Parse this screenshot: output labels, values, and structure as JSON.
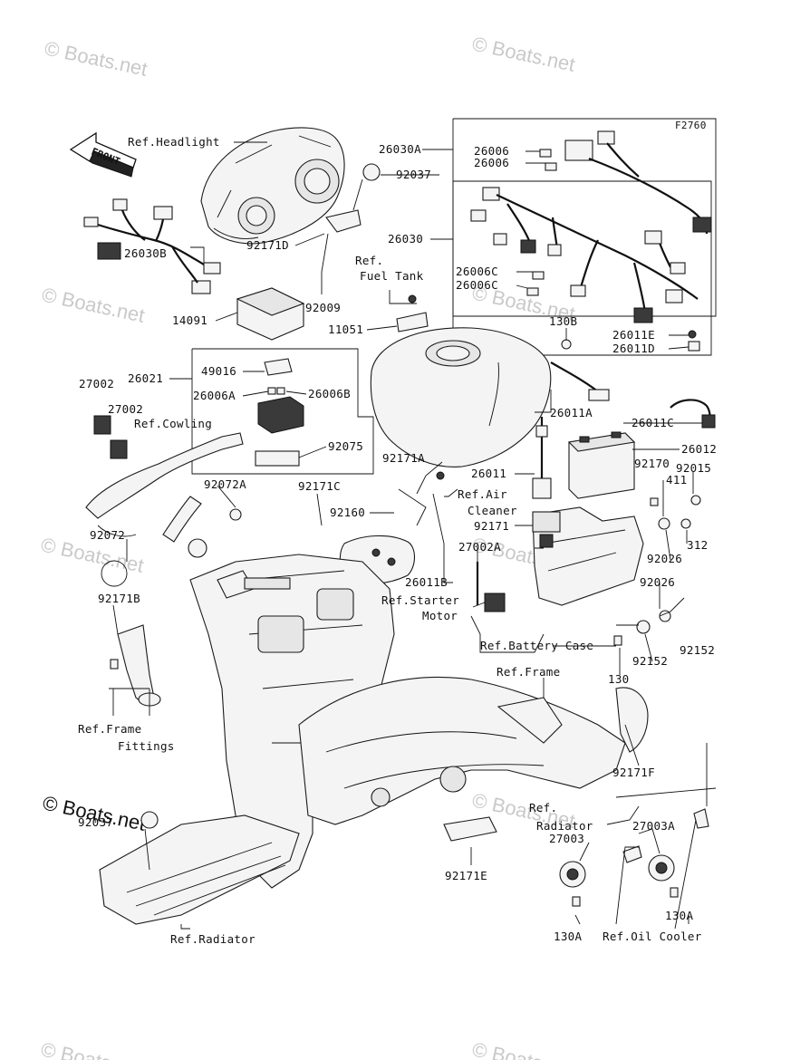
{
  "figure_code": "F2760",
  "watermark": "© Boats.net",
  "front_arrow": "FRONT",
  "labels": {
    "ref_headlight": "Ref.Headlight",
    "p26030A": "26030A",
    "p26006_a": "26006",
    "p26006_b": "26006",
    "p92037": "92037",
    "p26030B": "26030B",
    "p92171D": "92171D",
    "p26030": "26030",
    "ref_fuel_tank_1": "Ref.",
    "ref_fuel_tank_2": "Fuel Tank",
    "p26006C_a": "26006C",
    "p26006C_b": "26006C",
    "p92009": "92009",
    "p14091": "14091",
    "p11051": "11051",
    "p130B": "130B",
    "p26011E": "26011E",
    "p26011D": "26011D",
    "p27002_a": "27002",
    "p26021": "26021",
    "p49016": "49016",
    "p27002_b": "27002",
    "p26006A": "26006A",
    "p26006B": "26006B",
    "p26011A": "26011A",
    "p26011C": "26011C",
    "ref_cowling": "Ref.Cowling",
    "p92075": "92075",
    "p26012": "26012",
    "p92171A": "92171A",
    "p92170": "92170",
    "p92015": "92015",
    "p92072A": "92072A",
    "p92171C": "92171C",
    "p26011": "26011",
    "p411": "411",
    "ref_air_cleaner_1": "Ref.Air",
    "ref_air_cleaner_2": "Cleaner",
    "p92160": "92160",
    "p92171": "92171",
    "p92072": "92072",
    "p27002A": "27002A",
    "p312": "312",
    "p92026_a": "92026",
    "p26011B": "26011B",
    "p92026_b": "92026",
    "p92171B": "92171B",
    "ref_starter_1": "Ref.Starter",
    "ref_starter_2": "Motor",
    "ref_battery_case": "Ref.Battery Case",
    "p92152_a": "92152",
    "p92152_b": "92152",
    "ref_frame": "Ref.Frame",
    "p130": "130",
    "ref_frame_fittings_1": "Ref.Frame",
    "ref_frame_fittings_2": "Fittings",
    "p92171F": "92171F",
    "p92037_b": "92037",
    "ref_radiator_r_1": "Ref.",
    "ref_radiator_r_2": "Radiator",
    "p27003A": "27003A",
    "p27003": "27003",
    "p92171E": "92171E",
    "p130A_a": "130A",
    "p130A_b": "130A",
    "ref_oil_cooler": "Ref.Oil Cooler",
    "ref_radiator": "Ref.Radiator"
  }
}
